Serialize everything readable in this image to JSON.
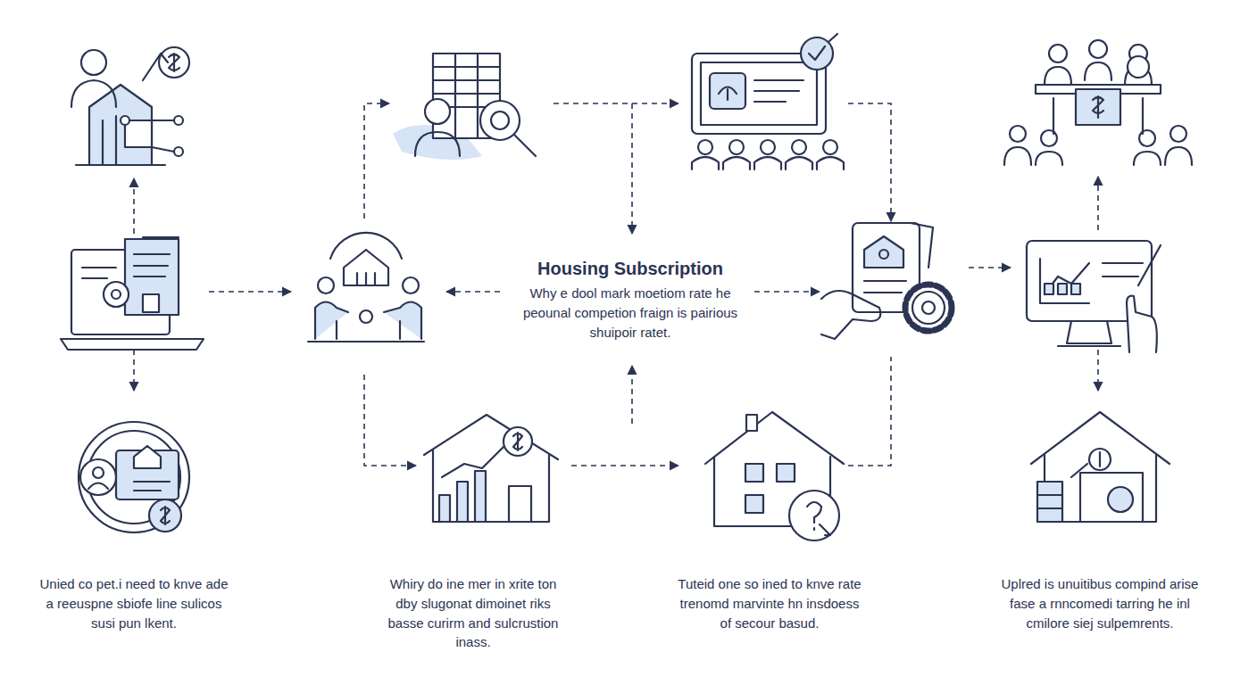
{
  "diagram": {
    "title": "Housing Subscription",
    "labels": [
      "Why e dool mark moetiom rate he peounal competion fraign is pairious shuipoir ratet.",
      "Unied co pet.i need to knve ade a reeuspne sbiofe line sulicos susi pun lkent.",
      "Whiry do ine mer in xrite ton dby slugonat dimoinet riks basse curirm and sulcrustion inass.",
      "Tuteid one so ined to knve rate trenomd marvinte hn insdoess of secour basud.",
      "Uplred is unuitibus compind arise fase a rnncomedi tarring he inl cmilore siej sulpemrents."
    ]
  }
}
